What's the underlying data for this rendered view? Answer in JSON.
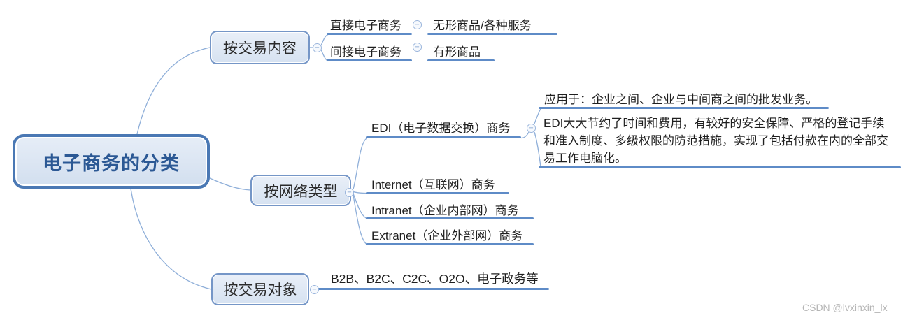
{
  "map": {
    "root": {
      "label": "电子商务的分类"
    },
    "branches": [
      {
        "label": "按交易内容",
        "children": [
          {
            "label": "直接电子商务",
            "children": [
              {
                "label": "无形商品/各种服务"
              }
            ]
          },
          {
            "label": "间接电子商务",
            "children": [
              {
                "label": "有形商品"
              }
            ]
          }
        ]
      },
      {
        "label": "按网络类型",
        "children": [
          {
            "label": "EDI（电子数据交换）商务",
            "notes": [
              "应用于：企业之间、企业与中间商之间的批发业务。",
              "EDI大大节约了时间和费用，有较好的安全保障、严格的登记手续和准入制度、多级权限的防范措施，实现了包括付款在内的全部交易工作电脑化。"
            ]
          },
          {
            "label": "Internet（互联网）商务"
          },
          {
            "label": "Intranet（企业内部网）商务"
          },
          {
            "label": "Extranet（企业外部网）商务"
          }
        ]
      },
      {
        "label": "按交易对象",
        "children": [
          {
            "label": "B2B、B2C、C2C、O2O、电子政务等"
          }
        ]
      }
    ]
  },
  "icons": {
    "collapse_glyph": "−"
  },
  "colors": {
    "branch_line": "#5e8bc7",
    "connector_curve": "#8fafd9",
    "box_border": "#7596c7",
    "box_fill": "#dce6f3",
    "root_border": "#4a78b4",
    "root_text": "#2b5894",
    "node_text": "#1f1f1f",
    "watermark": "#b5b5b5"
  },
  "watermark": {
    "text": "CSDN @lvxinxin_lx"
  }
}
